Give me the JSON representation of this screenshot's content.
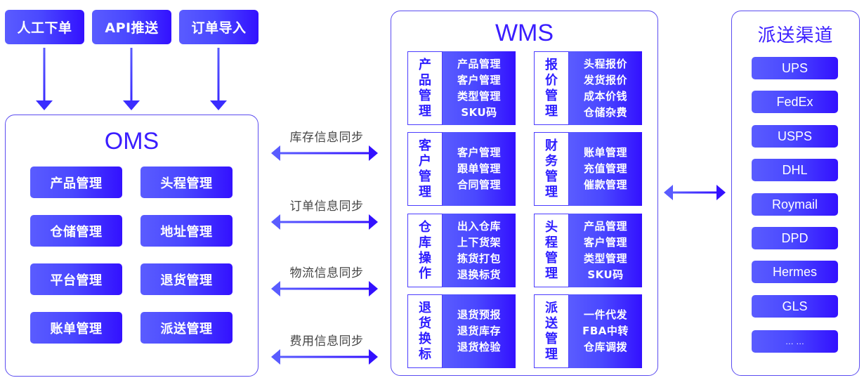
{
  "sources": [
    {
      "label": "人工下单"
    },
    {
      "label": "API推送"
    },
    {
      "label": "订单导入"
    }
  ],
  "oms": {
    "title": "OMS",
    "modules": [
      "产品管理",
      "头程管理",
      "仓储管理",
      "地址管理",
      "平台管理",
      "退货管理",
      "账单管理",
      "派送管理"
    ]
  },
  "sync": [
    {
      "label": "库存信息同步"
    },
    {
      "label": "订单信息同步"
    },
    {
      "label": "物流信息同步"
    },
    {
      "label": "费用信息同步"
    }
  ],
  "wms": {
    "title": "WMS",
    "modules": [
      {
        "side": [
          "产",
          "品",
          "管",
          "理"
        ],
        "items": [
          "产品管理",
          "客户管理",
          "类型管理",
          "SKU码"
        ]
      },
      {
        "side": [
          "报",
          "价",
          "管",
          "理"
        ],
        "items": [
          "头程报价",
          "发货报价",
          "成本价钱",
          "仓储杂费"
        ]
      },
      {
        "side": [
          "客",
          "户",
          "管",
          "理"
        ],
        "items": [
          "客户管理",
          "跟单管理",
          "合同管理"
        ]
      },
      {
        "side": [
          "财",
          "务",
          "管",
          "理"
        ],
        "items": [
          "账单管理",
          "充值管理",
          "催款管理"
        ]
      },
      {
        "side": [
          "仓",
          "库",
          "操",
          "作"
        ],
        "items": [
          "出入仓库",
          "上下货架",
          "拣货打包",
          "退换标货"
        ]
      },
      {
        "side": [
          "头",
          "程",
          "管",
          "理"
        ],
        "items": [
          "产品管理",
          "客户管理",
          "类型管理",
          "SKU码"
        ]
      },
      {
        "side": [
          "退",
          "货",
          "换",
          "标"
        ],
        "items": [
          "退货预报",
          "退货库存",
          "退货检验"
        ]
      },
      {
        "side": [
          "派",
          "送",
          "管",
          "理"
        ],
        "items": [
          "一件代发",
          "FBA中转",
          "仓库调拨"
        ]
      }
    ]
  },
  "channels": {
    "title": "派送渠道",
    "items": [
      "UPS",
      "FedEx",
      "USPS",
      "DHL",
      "Roymail",
      "DPD",
      "Hermes",
      "GLS",
      "… …"
    ]
  },
  "colors": {
    "accent": "#3311ff",
    "gradient_start": "#5a5cff",
    "panel_border": "#5b4cf0"
  }
}
